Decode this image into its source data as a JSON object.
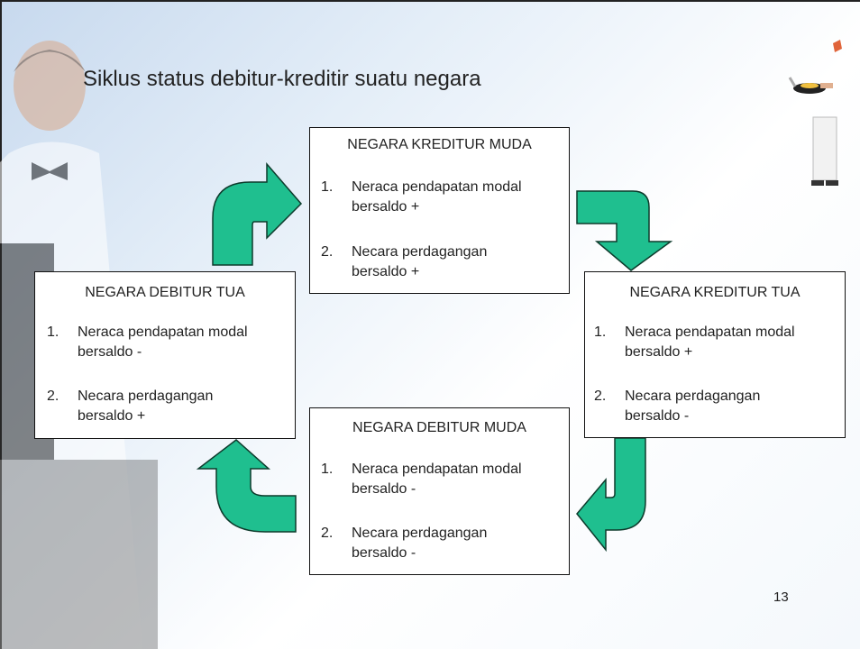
{
  "slide": {
    "title": "Siklus status debitur-kreditir suatu negara",
    "page_number": "13"
  },
  "boxes": {
    "kreditur_muda": {
      "title": "NEGARA KREDITUR MUDA",
      "items": [
        {
          "num": "1.",
          "text": "Neraca pendapatan modal\nbersaldo +"
        },
        {
          "num": "2.",
          "text": "Necara perdagangan\nbersaldo +"
        }
      ]
    },
    "debitur_tua": {
      "title": "NEGARA DEBITUR TUA",
      "items": [
        {
          "num": "1.",
          "text": "Neraca pendapatan modal\nbersaldo -"
        },
        {
          "num": "2.",
          "text": "Necara perdagangan\nbersaldo +"
        }
      ]
    },
    "kreditur_tua": {
      "title": "NEGARA KREDITUR TUA",
      "items": [
        {
          "num": "1.",
          "text": "Neraca pendapatan modal\nbersaldo +"
        },
        {
          "num": "2.",
          "text": "Necara perdagangan\nbersaldo -"
        }
      ]
    },
    "debitur_muda": {
      "title": "NEGARA DEBITUR MUDA",
      "items": [
        {
          "num": "1.",
          "text": "Neraca pendapatan modal\nbersaldo -"
        },
        {
          "num": "2.",
          "text": "Necara perdagangan\nbersaldo -"
        }
      ]
    }
  },
  "colors": {
    "arrow_fill": "#1fbf8f",
    "arrow_stroke": "#0d3b2c",
    "box_border": "#111111"
  }
}
